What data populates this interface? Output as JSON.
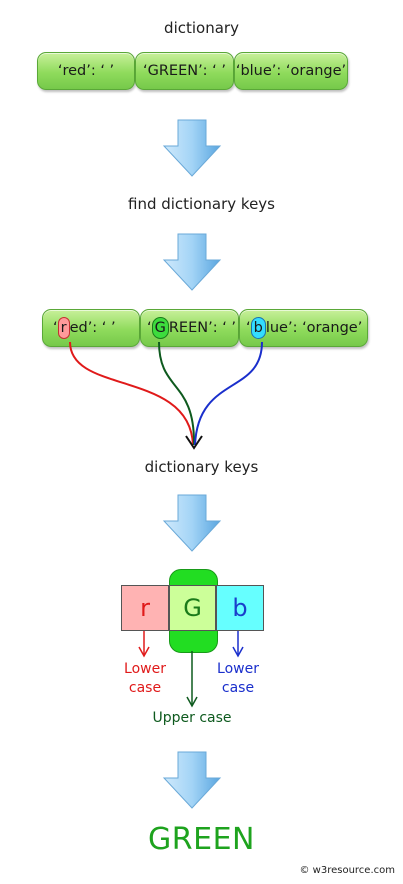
{
  "title": "dictionary",
  "dict_items": [
    {
      "text": "‘red’: ‘ ’"
    },
    {
      "text": "‘GREEN’: ‘ ’"
    },
    {
      "text": "‘blue’: ‘orange’"
    }
  ],
  "step_find": "find dictionary keys",
  "key_items": [
    {
      "open": "‘",
      "first": "r",
      "rest": "ed’: ‘ ’",
      "color": "#ff9a9a",
      "border": "#c43030"
    },
    {
      "open": "‘",
      "first": "G",
      "rest": "REEN’: ‘ ’",
      "color": "#3ddc3d",
      "border": "#1a7a1a"
    },
    {
      "open": "‘",
      "first": "b",
      "rest": "lue’: ‘orange’",
      "color": "#33ddff",
      "border": "#1a6fb0"
    }
  ],
  "step_keys": "dictionary keys",
  "letters": [
    {
      "char": "r",
      "bg": "#ffb3b3",
      "color": "#e01a1a"
    },
    {
      "char": "G",
      "bg": "#ccff99",
      "color": "#1a7a1a"
    },
    {
      "char": "b",
      "bg": "#66ffff",
      "color": "#1a3fcc"
    }
  ],
  "lower_left": "Lower case",
  "upper": "Upper case",
  "lower_right": "Lower case",
  "result": "GREEN",
  "footer": "© w3resource.com",
  "colors": {
    "red": "#e01a1a",
    "green": "#0e5a1e",
    "blue": "#1a2fcc",
    "arrow": "#9cd1f5"
  }
}
